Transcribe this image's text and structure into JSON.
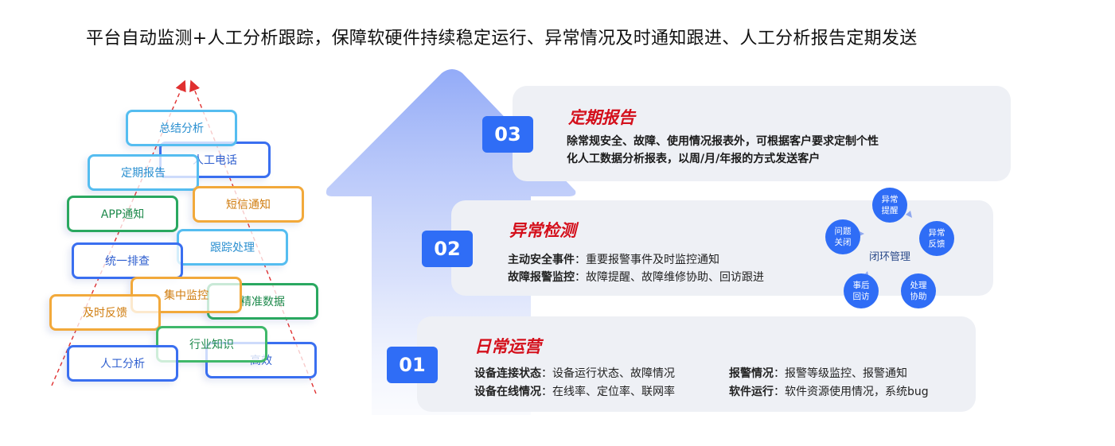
{
  "headline": "平台自动监测+人工分析跟踪，保障软硬件持续稳定运行、异常情况及时通知跟进、人工分析报告定期发送",
  "tags": [
    {
      "id": "summary",
      "label": "总结分析",
      "color": "sky"
    },
    {
      "id": "phone",
      "label": "人工电话",
      "color": "blue"
    },
    {
      "id": "report",
      "label": "定期报告",
      "color": "sky"
    },
    {
      "id": "app",
      "label": "APP通知",
      "color": "green"
    },
    {
      "id": "sms",
      "label": "短信通知",
      "color": "orange"
    },
    {
      "id": "track",
      "label": "跟踪处理",
      "color": "sky"
    },
    {
      "id": "check",
      "label": "统一排查",
      "color": "blue"
    },
    {
      "id": "monitor",
      "label": "集中监控",
      "color": "orange"
    },
    {
      "id": "data",
      "label": "精准数据",
      "color": "green"
    },
    {
      "id": "feedback",
      "label": "及时反馈",
      "color": "orange"
    },
    {
      "id": "industry",
      "label": "行业知识",
      "color": "green"
    },
    {
      "id": "manual",
      "label": "人工分析",
      "color": "blue"
    },
    {
      "id": "efficient",
      "label": "高效",
      "color": "blue"
    }
  ],
  "cards": {
    "report": {
      "num": "03",
      "title": "定期报告",
      "desc": [
        "除常规安全、故障、使用情况报表外，可根据客户要求定制个性",
        "化人工数据分析报表，以周/月/年报的方式发送客户"
      ]
    },
    "anomaly": {
      "num": "02",
      "title": "异常检测",
      "items": [
        {
          "key": "主动安全事件",
          "value": "：重要报警事件及时监控通知"
        },
        {
          "key": "故障报警监控",
          "value": "：故障提醒、故障维修协助、回访跟进"
        }
      ]
    },
    "daily": {
      "num": "01",
      "title": "日常运营",
      "items": [
        {
          "key": "设备连接状态",
          "value": "：设备运行状态、故障情况"
        },
        {
          "key": "设备在线情况",
          "value": "：在线率、定位率、联网率"
        },
        {
          "key": "报警情况",
          "value": "：报警等级监控、报警通知"
        },
        {
          "key": "软件运行",
          "value": "：软件资源使用情况，系统bug"
        }
      ]
    }
  },
  "loop": {
    "center": "闭环管理",
    "nodes": [
      {
        "l1": "异常",
        "l2": "提醒"
      },
      {
        "l1": "异常",
        "l2": "反馈"
      },
      {
        "l1": "处理",
        "l2": "协助"
      },
      {
        "l1": "事后",
        "l2": "回访"
      },
      {
        "l1": "问题",
        "l2": "关闭"
      }
    ]
  }
}
